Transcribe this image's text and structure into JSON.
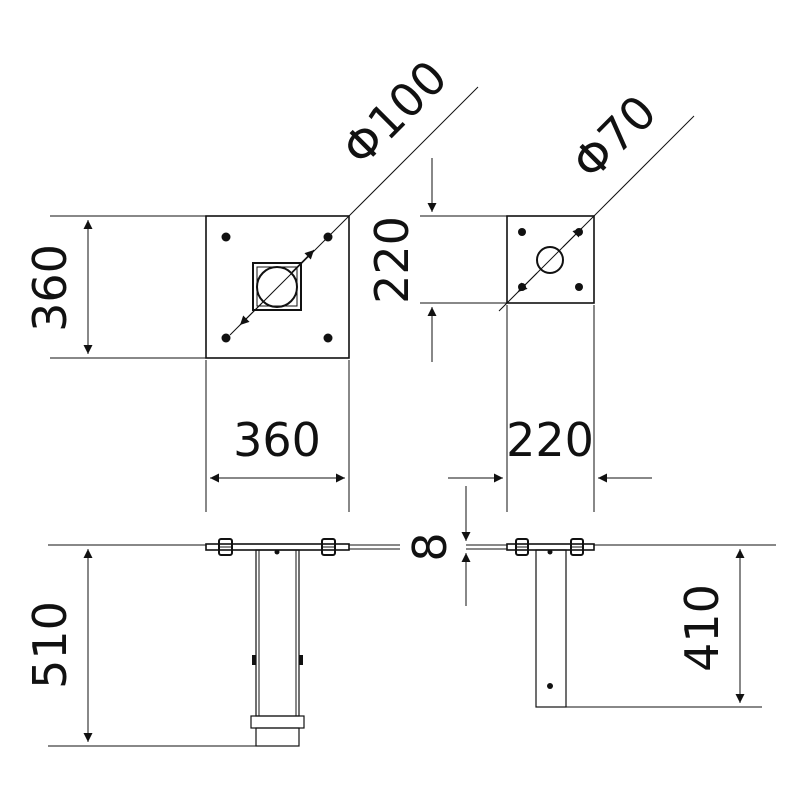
{
  "dimensions": {
    "plate_large_height": "360",
    "plate_large_width": "360",
    "plate_small_height": "220",
    "plate_small_width": "220",
    "hole_large_diameter": "Φ100",
    "hole_small_diameter": "Φ70",
    "plate_thickness": "8",
    "post_large_depth": "510",
    "post_small_depth": "410"
  },
  "colors": {
    "line": "#111111",
    "background": "#ffffff"
  }
}
